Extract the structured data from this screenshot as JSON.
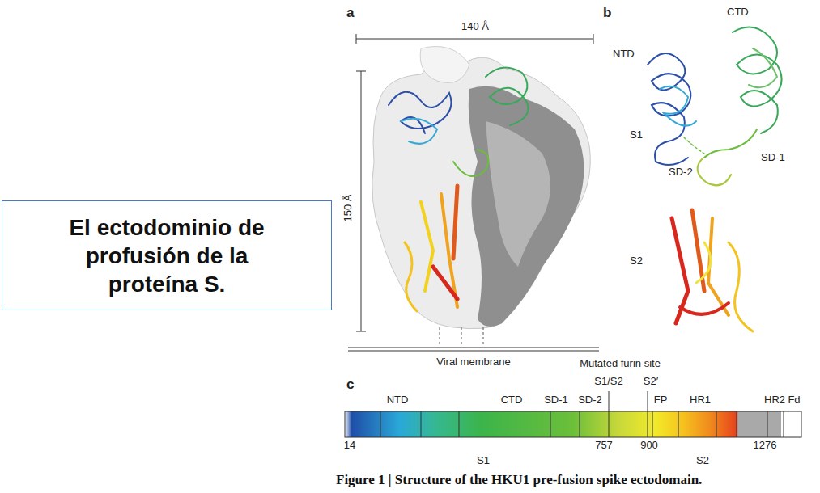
{
  "diagram": {
    "caption": "Figure 1 | Structure of the HKU1 pre-fusion spike ectodomain.",
    "nodes": [
      {
        "text": [
          "El ectodominio de profusión de la proteína S."
        ]
      }
    ],
    "labels": [
      "a",
      "140 Å",
      "150 Å",
      "Viral membrane",
      "b",
      "NTD",
      "CTD",
      "S1",
      "SD-1",
      "SD-2",
      "S2",
      "c",
      "Mutated furin site",
      "S1/S2",
      "S2′",
      "NTD",
      "CTD",
      "SD-1",
      "SD-2",
      "FP",
      "HR1",
      "HR2",
      "Fd",
      "14",
      "757",
      "900",
      "1276",
      "S1",
      "S2"
    ]
  }
}
